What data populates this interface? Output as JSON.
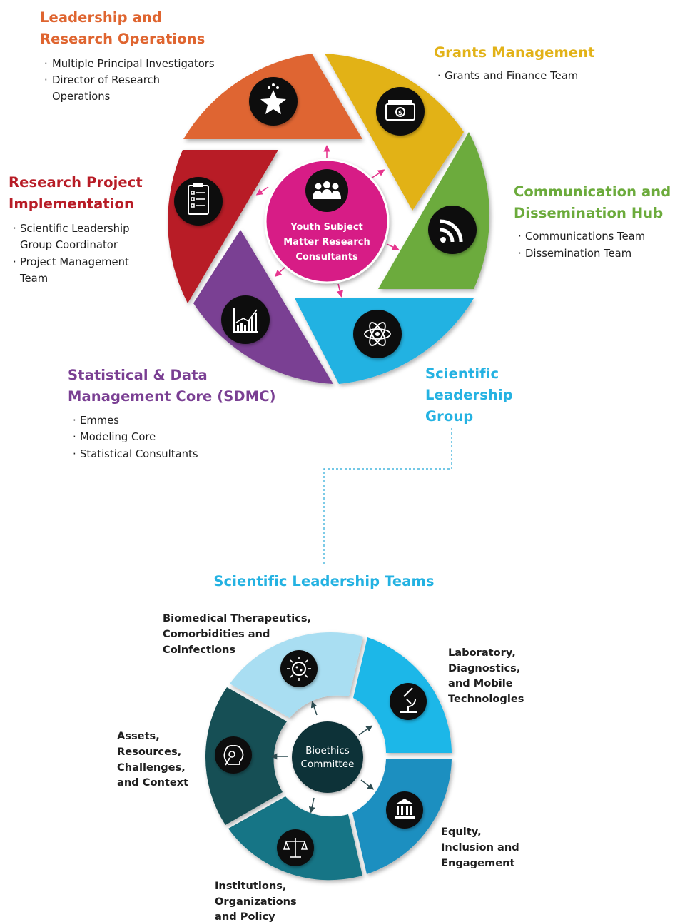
{
  "colors": {
    "leadership": "#df6530",
    "grants": "#e2b218",
    "communication": "#6cab3c",
    "scientific": "#24b2e2",
    "statistical": "#7a3f93",
    "research": "#b81c26",
    "center": "#d71f86",
    "arrows": "#e6368e",
    "seg_bio": "#a9def2",
    "seg_lab": "#1eb7e8",
    "seg_equity": "#1b8fc0",
    "seg_inst": "#177586",
    "seg_assets": "#124f55",
    "bioethics": "#0f3138",
    "dashed": "#45b5dd"
  },
  "top_diagram": {
    "center": {
      "icon": "group-icon",
      "lines": [
        "Youth Subject",
        "Matter Research",
        "Consultants"
      ]
    },
    "leadership": {
      "icon": "star-icon",
      "title": [
        "Leadership and",
        "Research Operations"
      ],
      "items": [
        "Multiple Principal Investigators",
        "Director of Research",
        "Operations"
      ]
    },
    "grants": {
      "icon": "money-icon",
      "title": [
        "Grants Management"
      ],
      "items": [
        "Grants and Finance Team"
      ]
    },
    "communication": {
      "icon": "rss-icon",
      "title": [
        "Communication and",
        "Dissemination Hub"
      ],
      "items": [
        "Communications Team",
        "Dissemination Team"
      ]
    },
    "scientific": {
      "icon": "atom-icon",
      "title": [
        "Scientific",
        "Leadership",
        "Group"
      ]
    },
    "statistical": {
      "icon": "chart-icon",
      "title": [
        "Statistical & Data",
        "Management Core (SDMC)"
      ],
      "items": [
        "Emmes",
        "Modeling Core",
        "Statistical Consultants"
      ]
    },
    "research": {
      "icon": "clipboard-icon",
      "title": [
        "Research Project",
        "Implementation"
      ],
      "items": [
        "Scientific Leadership",
        "Group Coordinator",
        "Project Management",
        "Team"
      ]
    }
  },
  "bottom_diagram": {
    "title": "Scientific Leadership Teams",
    "center": [
      "Bioethics",
      "Committee"
    ],
    "segments": {
      "biomedical": {
        "icon": "virus-icon",
        "label": [
          "Biomedical Therapeutics,",
          "Comorbidities and",
          "Coinfections"
        ]
      },
      "laboratory": {
        "icon": "microscope-icon",
        "label": [
          "Laboratory,",
          "Diagnostics,",
          "and Mobile",
          "Technologies"
        ]
      },
      "equity": {
        "icon": "institution-icon",
        "label": [
          "Equity,",
          "Inclusion and",
          "Engagement"
        ]
      },
      "institutions": {
        "icon": "scales-icon",
        "label": [
          "Institutions,",
          "Organizations",
          "and Policy"
        ]
      },
      "assets": {
        "icon": "brain-gear-icon",
        "label": [
          "Assets,",
          "Resources,",
          "Challenges,",
          "and Context"
        ]
      }
    }
  }
}
